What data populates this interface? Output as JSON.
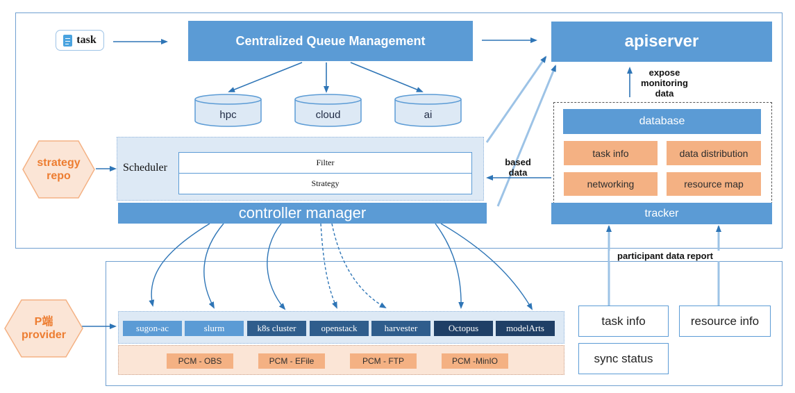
{
  "task": {
    "label": "task"
  },
  "queue": {
    "title": "Centralized Queue Management",
    "queues": [
      "hpc",
      "cloud",
      "ai"
    ]
  },
  "apiserver": {
    "label": "apiserver"
  },
  "strategy_repo": {
    "line1": "strategy",
    "line2": "repo"
  },
  "scheduler": {
    "label": "Scheduler",
    "filter": "Filter",
    "strategy": "Strategy"
  },
  "controller": {
    "label": "controller manager"
  },
  "annotations": {
    "expose_line1": "expose",
    "expose_line2": "monitoring",
    "expose_line3": "data",
    "based_line1": "based",
    "based_line2": "data",
    "participant_report": "participant data report"
  },
  "tracker_panel": {
    "database": "database",
    "tracker": "tracker",
    "items": [
      "task info",
      "data distribution",
      "networking",
      "resource map"
    ]
  },
  "provider": {
    "line1": "P端",
    "line2": "provider"
  },
  "platforms": [
    "sugon-ac",
    "slurm",
    "k8s cluster",
    "openstack",
    "harvester",
    "Octopus",
    "modelArts"
  ],
  "pcm_modules": [
    "PCM - OBS",
    "PCM - EFile",
    "PCM - FTP",
    "PCM -MinIO"
  ],
  "participant_boxes": {
    "task_info": "task info",
    "resource_info": "resource info",
    "sync_status": "sync status"
  },
  "colors": {
    "blue": "#5b9bd5",
    "dark_blue": "#2f5d8c",
    "navy": "#1f3f66",
    "orange": "#f4b183",
    "hex_orange": "#ed7d31",
    "panel_blue": "#dde9f5",
    "panel_peach": "#fbe5d6"
  }
}
